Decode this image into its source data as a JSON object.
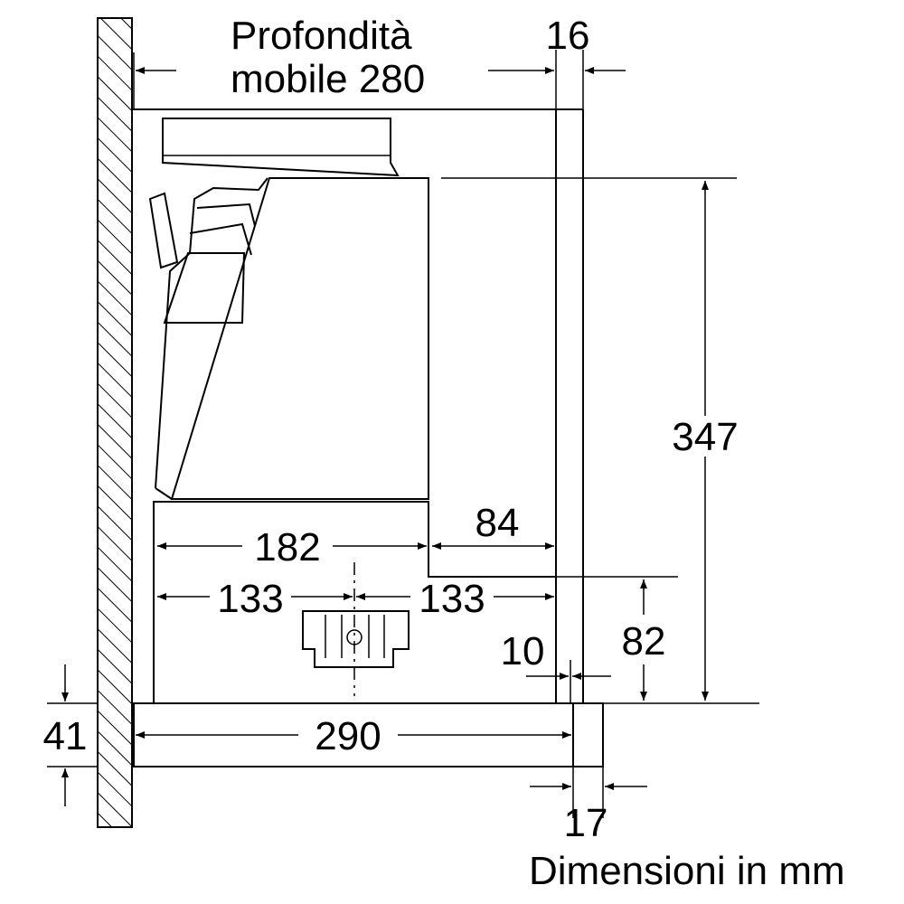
{
  "labels": {
    "cabinet_depth_line1": "Profondità",
    "cabinet_depth_line2": "mobile 280",
    "front_thickness": "16",
    "height_total": "347",
    "width_182": "182",
    "width_84": "84",
    "half_left": "133",
    "half_right": "133",
    "height_82": "82",
    "gap_10": "10",
    "base_height": "41",
    "base_depth": "290",
    "front_17": "17",
    "units_note": "Dimensioni in mm"
  }
}
